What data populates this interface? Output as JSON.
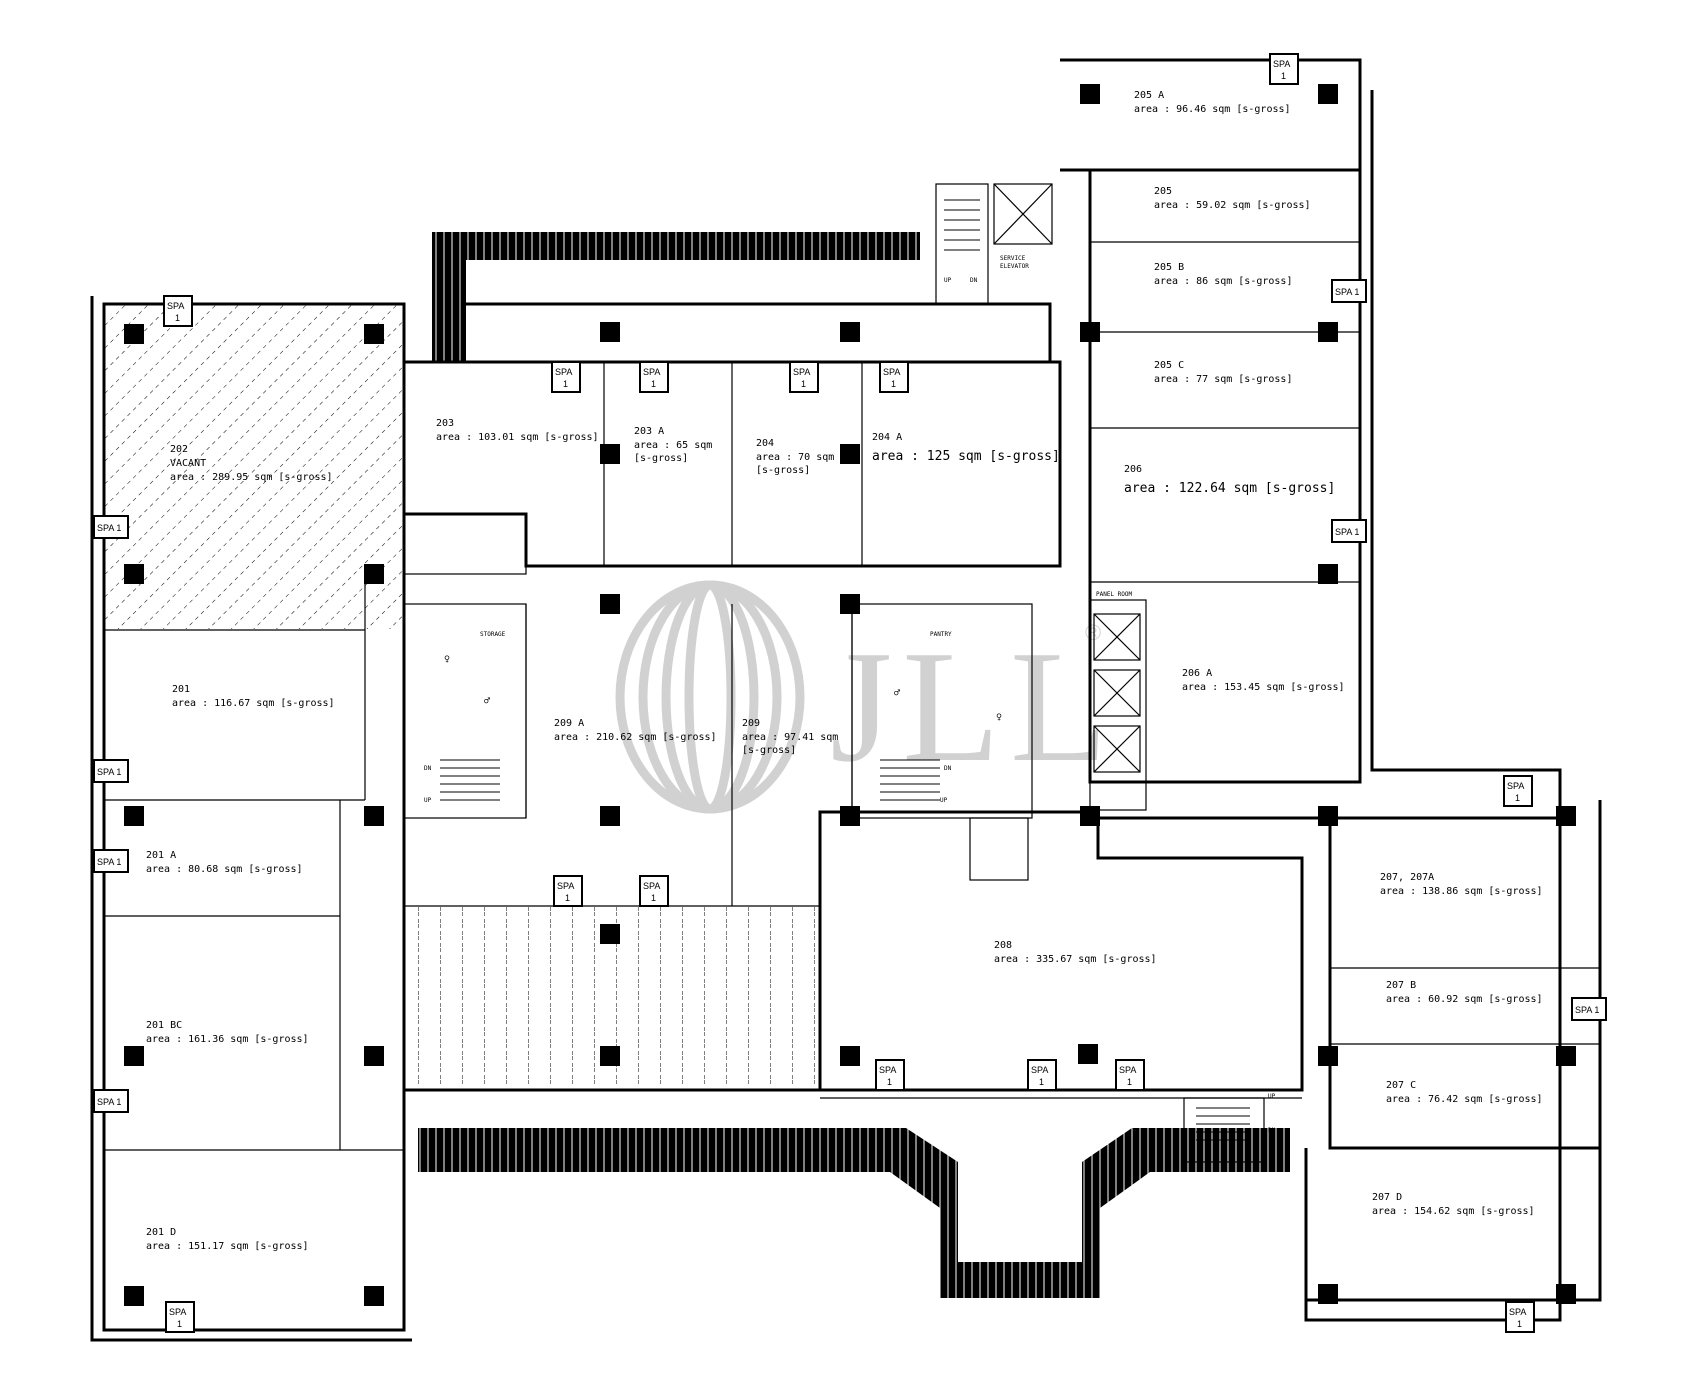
{
  "colors": {
    "ink": "#000000",
    "paper": "#ffffff",
    "watermark": "#9a9a9a"
  },
  "logo": {
    "text": "JLL",
    "registered": "®"
  },
  "spa_tag": {
    "line1": "SPA",
    "line2": "1",
    "inline": "SPA 1"
  },
  "service_elevator": {
    "line1": "SERVICE",
    "line2": "ELEVATOR"
  },
  "labels": {
    "storage": "STORAGE",
    "pantry": "PANTRY",
    "panel_room": "PANEL ROOM",
    "up": "UP",
    "dn": "DN",
    "male": "♂",
    "female": "♀"
  },
  "units": [
    {
      "id": "202",
      "line1": "VACANT",
      "area": "area : 289.95 sqm [s-gross]"
    },
    {
      "id": "201",
      "area": "area : 116.67 sqm [s-gross]"
    },
    {
      "id": "201 A",
      "area": "area : 80.68 sqm [s-gross]"
    },
    {
      "id": "201 BC",
      "area": "area : 161.36 sqm [s-gross]"
    },
    {
      "id": "201 D",
      "area": "area : 151.17 sqm [s-gross]"
    },
    {
      "id": "203",
      "area": "area : 103.01 sqm [s-gross]"
    },
    {
      "id": "203 A",
      "area": "area : 65 sqm",
      "area2": "[s-gross]"
    },
    {
      "id": "204",
      "area": "area : 70 sqm",
      "area2": "[s-gross]"
    },
    {
      "id": "204 A",
      "area": "area : 125 sqm [s-gross]"
    },
    {
      "id": "205 A",
      "area": "area : 96.46 sqm [s-gross]"
    },
    {
      "id": "205",
      "area": "area : 59.02 sqm [s-gross]"
    },
    {
      "id": "205 B",
      "area": "area : 86 sqm [s-gross]"
    },
    {
      "id": "205 C",
      "area": "area : 77 sqm [s-gross]"
    },
    {
      "id": "206",
      "area": "area : 122.64 sqm [s-gross]"
    },
    {
      "id": "206 A",
      "area": "area : 153.45 sqm [s-gross]"
    },
    {
      "id": "209 A",
      "area": "area : 210.62 sqm [s-gross]"
    },
    {
      "id": "209",
      "area": "area : 97.41 sqm",
      "area2": "[s-gross]"
    },
    {
      "id": "208",
      "area": "area : 335.67 sqm [s-gross]"
    },
    {
      "id": "207, 207A",
      "area": "area : 138.86 sqm [s-gross]"
    },
    {
      "id": "207 B",
      "area": "area : 60.92 sqm [s-gross]"
    },
    {
      "id": "207 C",
      "area": "area : 76.42 sqm [s-gross]"
    },
    {
      "id": "207 D",
      "area": "area : 154.62 sqm [s-gross]"
    }
  ]
}
